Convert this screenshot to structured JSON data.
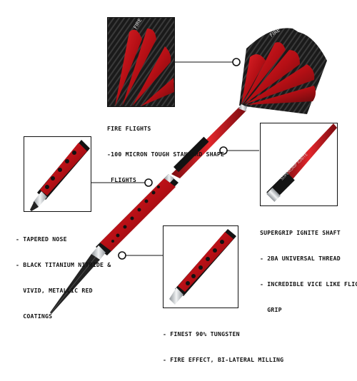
{
  "callouts": {
    "flights": {
      "title": "FIRE FLIGHTS",
      "lines": [
        "-100 MICRON TOUGH STANDARD SHAPE",
        " FLIGHTS"
      ]
    },
    "nose": {
      "title": "- TAPERED NOSE",
      "lines": [
        "- BLACK TITANIUM NITRIDE &",
        "  VIVID, METALLIC RED",
        "  COATINGS"
      ]
    },
    "shaft": {
      "title": "SUPERGRIP IGNITE SHAFT",
      "lines": [
        "- 2BA UNIVERSAL THREAD",
        "- INCREDIBLE VICE LIKE FLIGHT",
        "  GRIP"
      ]
    },
    "barrel": {
      "title": "- FINEST 90% TUNGSTEN",
      "lines": [
        "- FIRE EFFECT, BI-LATERAL MILLING"
      ]
    }
  },
  "artwork": {
    "flight_text": "FIRE",
    "shaft_text": "SUPERGRIP IGNITE",
    "colors": {
      "red": "#c4141a",
      "dark_red": "#6a0a0e",
      "black": "#141414",
      "silver": "#bfc3c7"
    }
  }
}
